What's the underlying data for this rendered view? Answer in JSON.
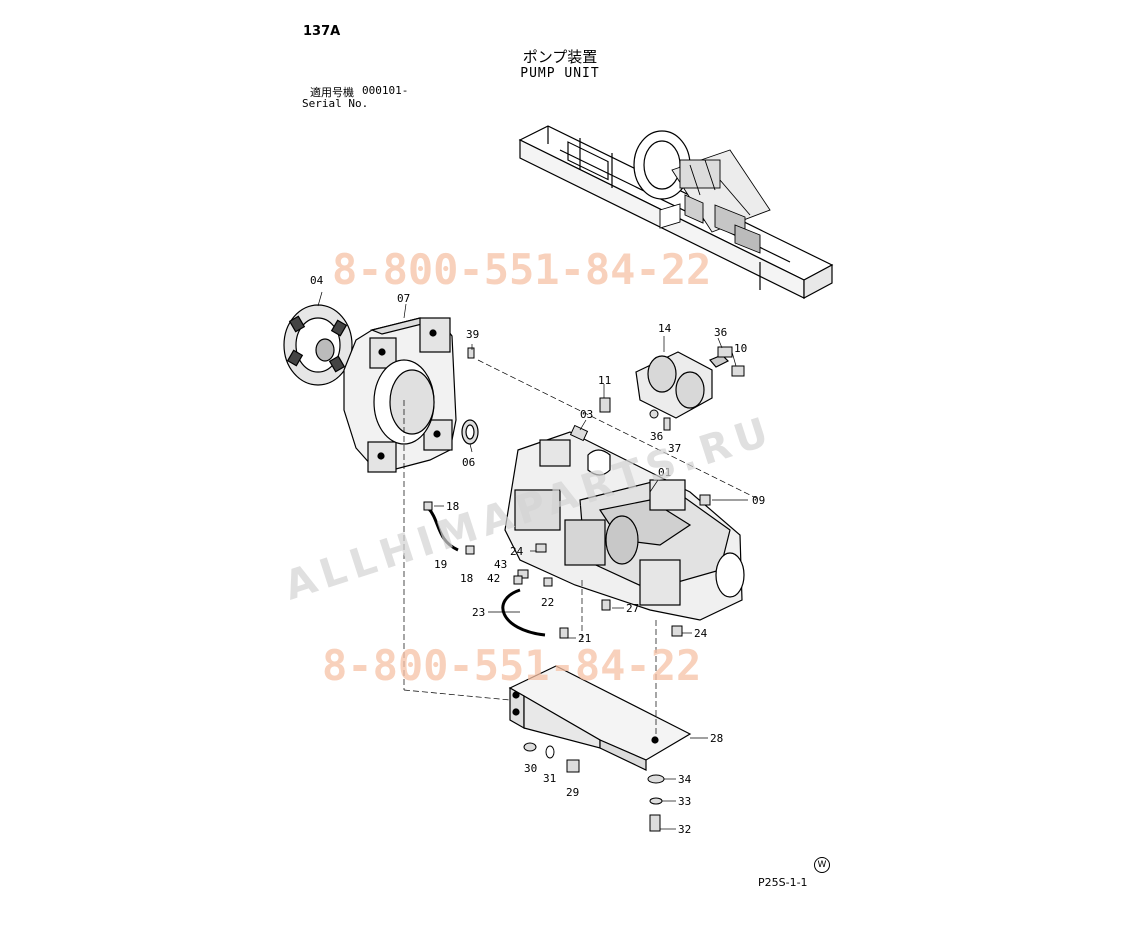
{
  "header": {
    "page_code": "137A",
    "title_jp": "ポンプ装置",
    "title_en": "PUMP UNIT",
    "serial_label_jp": "適用号機",
    "serial_number": "000101-",
    "serial_label_en": "Serial No."
  },
  "footer": {
    "sheet_id": "P25S-1-1",
    "mark": "W"
  },
  "watermarks": {
    "phone_top": "8-800-551-84-22",
    "phone_bottom": "8-800-551-84-22",
    "site": "ALLHIMAPARTS.RU"
  },
  "part_labels": {
    "p01": "01",
    "p03": "03",
    "p04": "04",
    "p06": "06",
    "p07": "07",
    "p09": "09",
    "p10": "10",
    "p11": "11",
    "p14": "14",
    "p18a": "18",
    "p18b": "18",
    "p19": "19",
    "p21": "21",
    "p22": "22",
    "p23": "23",
    "p24a": "24",
    "p24b": "24",
    "p27": "27",
    "p28": "28",
    "p29": "29",
    "p30": "30",
    "p31": "31",
    "p32": "32",
    "p33": "33",
    "p34": "34",
    "p36a": "36",
    "p36b": "36",
    "p37": "37",
    "p39": "39",
    "p42": "42",
    "p43": "43"
  }
}
